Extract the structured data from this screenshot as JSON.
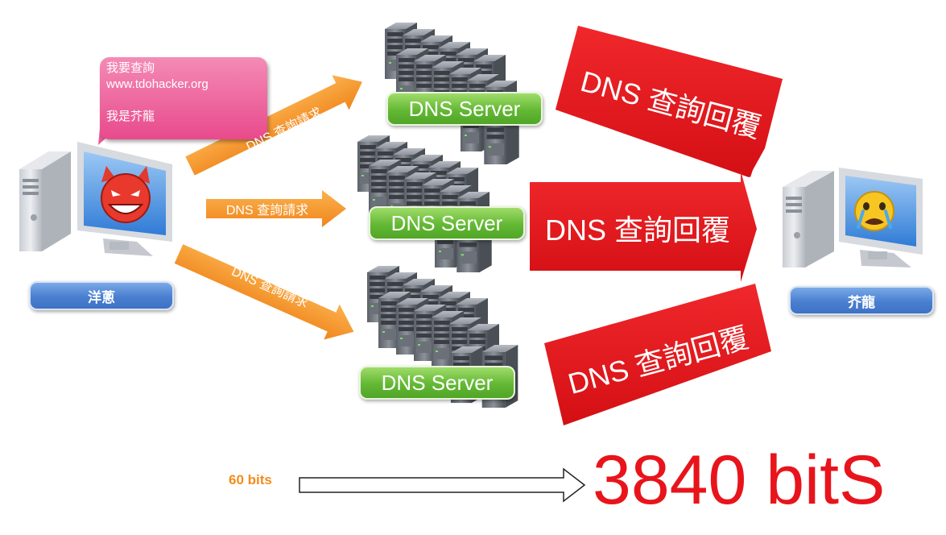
{
  "bubble": {
    "line1": "我要查詢",
    "line2": "www.tdohacker.org",
    "line3": "我是芥龍"
  },
  "attacker": {
    "name": "洋蔥"
  },
  "victim": {
    "name": "芥龍"
  },
  "requests": [
    {
      "label": "DNS 查詢請求"
    },
    {
      "label": "DNS 查詢請求"
    },
    {
      "label": "DNS 查詢請求"
    }
  ],
  "servers": [
    {
      "label": "DNS Server"
    },
    {
      "label": "DNS Server"
    },
    {
      "label": "DNS Server"
    }
  ],
  "replies": [
    {
      "label": "DNS 查詢回覆"
    },
    {
      "label": "DNS 查詢回覆"
    },
    {
      "label": "DNS 查詢回覆"
    }
  ],
  "amplification": {
    "input": "60 bits",
    "output": "3840 bitS"
  },
  "colors": {
    "request_arrow": "#f5962a",
    "reply_arrow": "#e8141c",
    "server_label": "#5cb22f",
    "name_label": "#4a7fd0",
    "bubble": "#ea5a96"
  }
}
